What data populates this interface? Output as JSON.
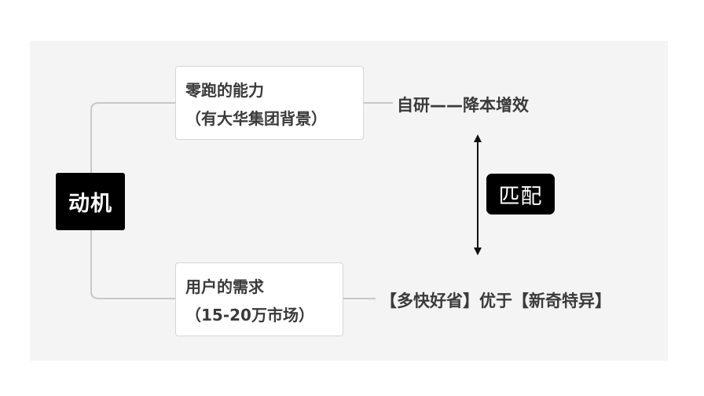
{
  "root": {
    "label": "动机"
  },
  "branches": [
    {
      "lines": [
        "零跑的能力",
        "（有大华集团背景）"
      ],
      "leaf": "自研——降本增效"
    },
    {
      "lines": [
        "用户的需求",
        "（15-20万市场）"
      ],
      "leaf": "【多快好省】优于【新奇特异】"
    }
  ],
  "relation": {
    "label": "匹配",
    "arrow": "double-headed vertical"
  },
  "colors": {
    "background": "#f4f4f4",
    "root_fill": "#000000",
    "connector": "#c8c8c8",
    "text": "#3a3a3a"
  }
}
